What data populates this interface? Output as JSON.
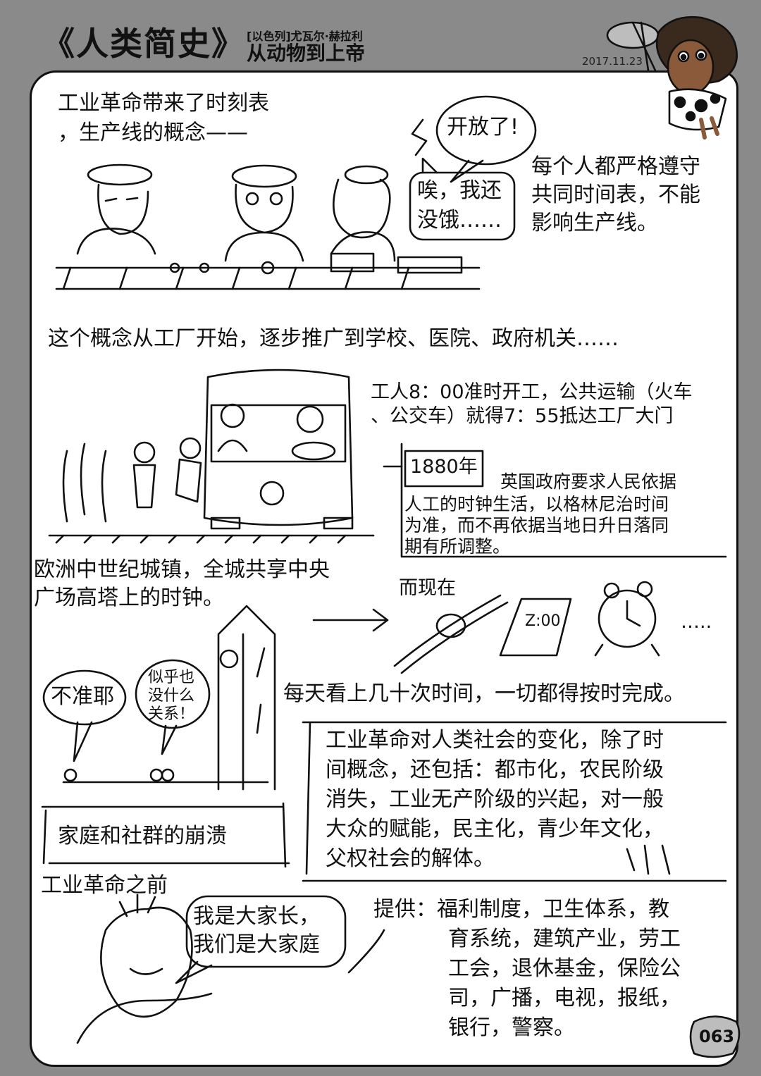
{
  "header": {
    "title": "《人类简史》",
    "subtitle_small": "[以色列]尤瓦尔·赫拉利",
    "subtitle_big": "从动物到上帝",
    "date": "2017.11.23"
  },
  "top": {
    "intro_line1": "工业革命带来了时刻表",
    "intro_line2": "，生产线的概念——",
    "bubble_open": "开放了!",
    "bubble_hungry_line1": "唉，我还",
    "bubble_hungry_line2": "没饿……",
    "rule_line1": "每个人都严格遵守",
    "rule_line2": "共同时间表，不能",
    "rule_line3": "影响生产线。"
  },
  "spread": {
    "text": "这个概念从工厂开始，逐步推广到学校、医院、政府机关……"
  },
  "transport": {
    "line1": "工人8：00准时开工，公共运输（火车",
    "line2": "、公交车）就得7：55抵达工厂大门"
  },
  "year1880": {
    "year": "1880年",
    "line1": "英国政府要求人民依据",
    "line2": "人工的时钟生活，以格林尼治时间",
    "line3": "为准，而不再依据当地日升日落同",
    "line4": "期有所调整。"
  },
  "medieval": {
    "line1": "欧洲中世纪城镇，全城共享中央",
    "line2": "广场高塔上的时钟。",
    "bubble_inaccurate": "不准耶",
    "bubble_ok_line1": "似乎也",
    "bubble_ok_line2": "没什么",
    "bubble_ok_line3": "关系！"
  },
  "now": {
    "label": "而现在",
    "ellipsis": "…..",
    "everyday": "每天看上几十次时间，一切都得按时完成。"
  },
  "changes": {
    "line1": "工业革命对人类社会的变化，除了时",
    "line2": "间概念，还包括：都市化，农民阶级",
    "line3": "消失，工业无产阶级的兴起，对一般",
    "line4": "大众的赋能，民主化，青少年文化，",
    "line5": "父权社会的解体。"
  },
  "family": {
    "collapse_label": "家庭和社群的崩溃",
    "before_label": "工业革命之前",
    "patriarch_line1": "我是大家长，",
    "patriarch_line2": "我们是大家庭"
  },
  "provide": {
    "line1": "提供：福利制度，卫生体系，教",
    "line2": "育系统，建筑产业，劳工",
    "line3": "工会，退休基金，保险公",
    "line4": "司，广播，电视，报纸，",
    "line5": "银行，警察。"
  },
  "page_number": "063",
  "phone_screen": "Z:00"
}
